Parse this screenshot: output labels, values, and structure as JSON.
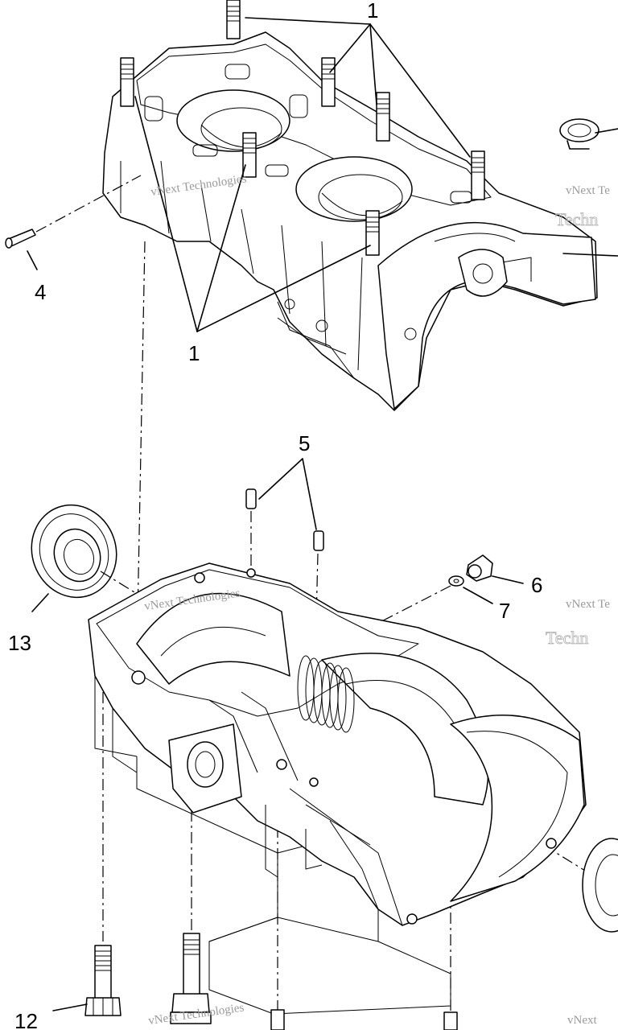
{
  "callouts": {
    "c1_top": "1",
    "c1_bottom": "1",
    "c4": "4",
    "c5": "5",
    "c6": "6",
    "c7": "7",
    "c12": "12",
    "c13": "13"
  },
  "watermarks": {
    "w1": "vNext Technologies",
    "w2": "vNext Te",
    "w3": "Techn",
    "w4": "vNext Technologies",
    "w5": "vNext Te",
    "w6": "Techn",
    "w7": "vNext Technologies",
    "w8": "vNext"
  }
}
